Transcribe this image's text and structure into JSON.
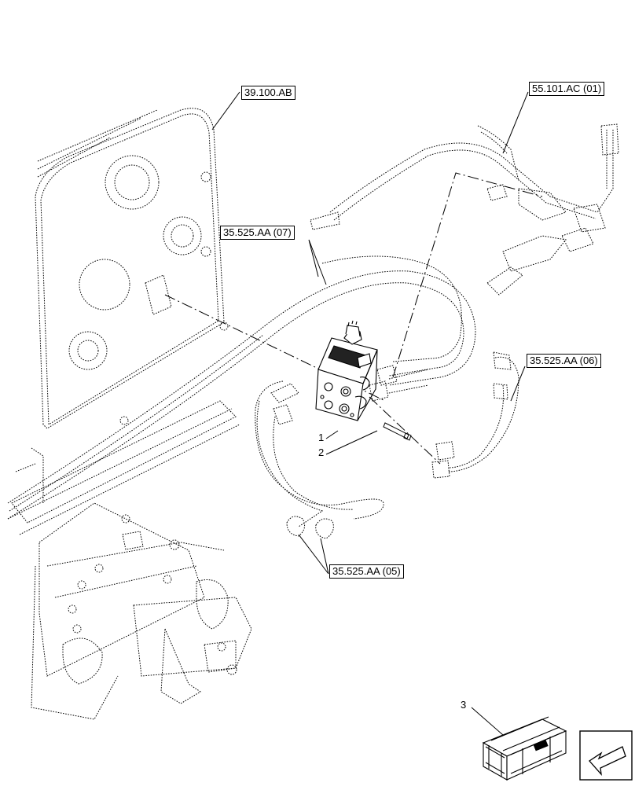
{
  "references": {
    "ref_39_100_ab": "39.100.AB",
    "ref_55_101_ac": "55.101.AC (01)",
    "ref_35_525_aa_07": "35.525.AA (07)",
    "ref_35_525_aa_06": "35.525.AA (06)",
    "ref_35_525_aa_05": "35.525.AA (05)"
  },
  "callouts": {
    "item_1": "1",
    "item_2": "2",
    "item_3": "3"
  },
  "icons": {
    "kit_crate": "kit-crate-icon",
    "navigation_arrow": "arrow-down-left-icon"
  },
  "colors": {
    "line": "#000000",
    "background": "#ffffff"
  }
}
